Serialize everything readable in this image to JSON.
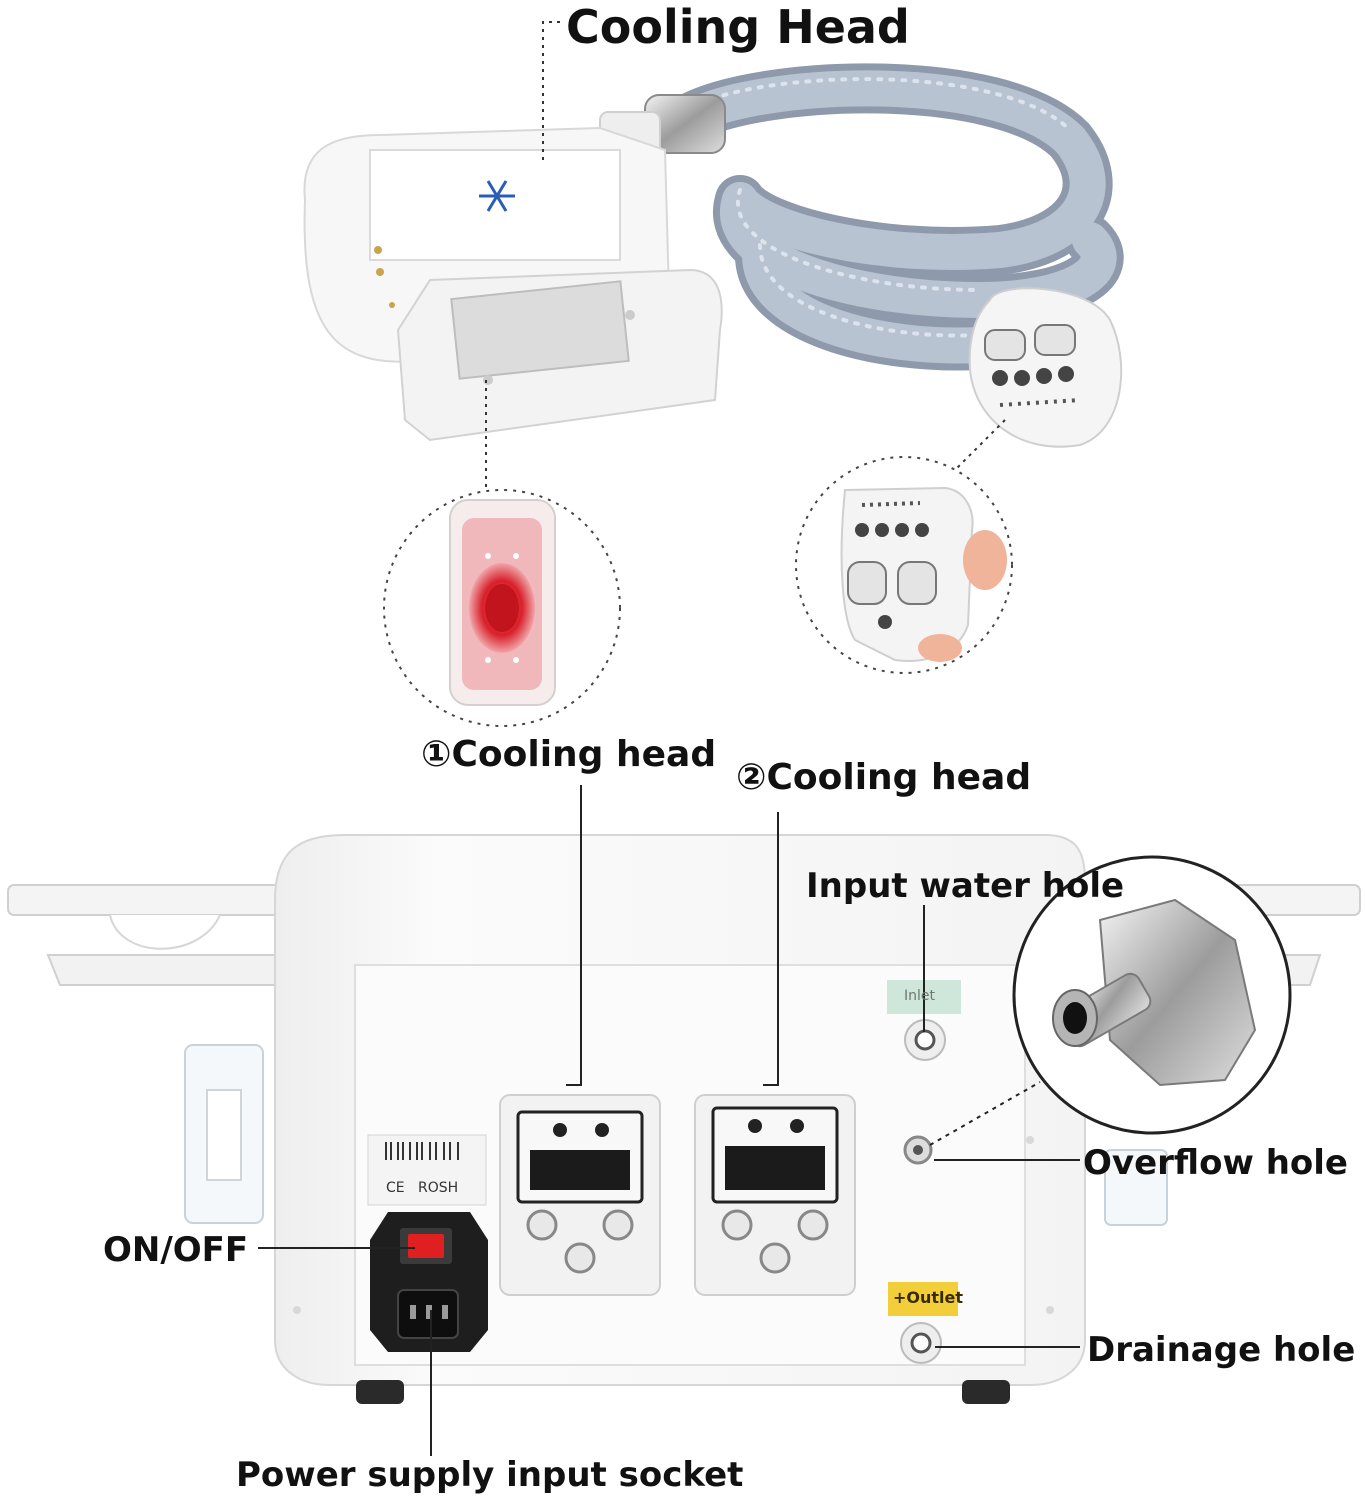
{
  "title": "Cooling Head",
  "callouts": {
    "cooling_head_1": "①Cooling head",
    "cooling_head_2": "②Cooling head",
    "input_water_hole": "Input water hole",
    "overflow_hole": "Overflow hole",
    "drainage_hole": "Drainage hole",
    "on_off": "ON/OFF",
    "power_socket": "Power supply input socket"
  },
  "panel_tags": {
    "inlet": "Inlet",
    "outlet": "+Outlet",
    "ce_mark": "CE",
    "rosh_mark": "ROSH"
  },
  "colors": {
    "hose": "#a9b6c6",
    "device_body": "#fafafa",
    "switch_red": "#e02020",
    "red_light": "#d8202a",
    "outlet_tag": "#f2cf3a",
    "inlet_tag": "#cfe6da"
  }
}
